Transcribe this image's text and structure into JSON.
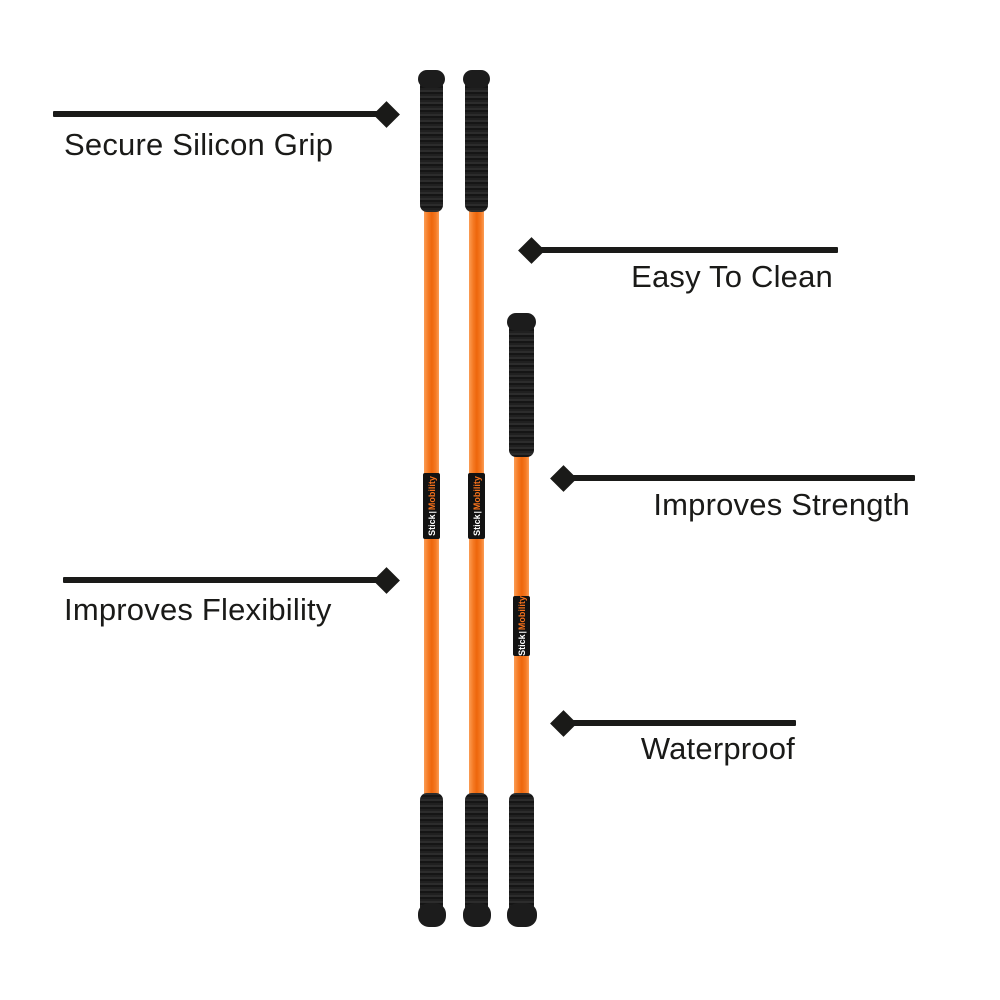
{
  "canvas": {
    "background": "#ffffff"
  },
  "brand": {
    "stick": "Stick",
    "separator": "|",
    "mobility": "Mobility"
  },
  "sticks": [
    {
      "name": "training-stick-long-1",
      "length": "long"
    },
    {
      "name": "training-stick-long-2",
      "length": "long"
    },
    {
      "name": "training-stick-short",
      "length": "short"
    }
  ],
  "callouts": [
    {
      "label": "Secure Silicon Grip",
      "side": "left"
    },
    {
      "label": "Easy To Clean",
      "side": "right"
    },
    {
      "label": "Improves Strength",
      "side": "right"
    },
    {
      "label": "Improves Flexibility",
      "side": "left"
    },
    {
      "label": "Waterproof",
      "side": "right"
    }
  ],
  "colors": {
    "orange": "#f4711c",
    "orange-light": "#fb9c54",
    "orange-dark": "#ee660c",
    "ink": "#1a1a18",
    "grip-black": "#1c1c1c"
  }
}
